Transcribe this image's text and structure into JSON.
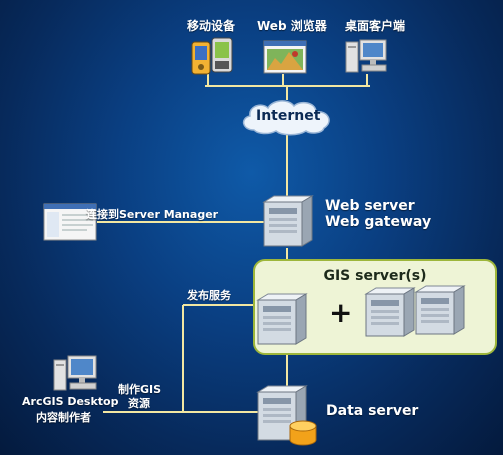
{
  "clients": {
    "mobile_label": "移动设备",
    "web_label": "Web 浏览器",
    "desktop_label": "桌面客户端"
  },
  "network": {
    "internet_label": "Internet"
  },
  "server_manager": {
    "label": "连接到Server Manager"
  },
  "web_tier": {
    "line1": "Web server",
    "line2": "Web gateway"
  },
  "publish": {
    "label": "发布服务"
  },
  "gis_servers": {
    "title": "GIS server(s)",
    "plus": "+"
  },
  "authoring": {
    "app_line1": "ArcGIS Desktop",
    "app_line2": "内容制作者",
    "action_line1": "制作GIS",
    "action_line2": "资源"
  },
  "data_tier": {
    "label": "Data server"
  },
  "colors": {
    "background": "#0a3f82",
    "connector": "#f2e7a2",
    "gis_panel": "#eef4d6",
    "gis_border": "#9db63b",
    "server_body": "#d3dbe3",
    "database": "#f2a21a"
  },
  "icons": [
    "mobile-device-icon",
    "web-browser-icon",
    "desktop-client-icon",
    "internet-cloud-icon",
    "server-manager-window-icon",
    "web-server-icon",
    "gis-server-icon",
    "database-icon",
    "arcgis-desktop-workstation-icon"
  ]
}
